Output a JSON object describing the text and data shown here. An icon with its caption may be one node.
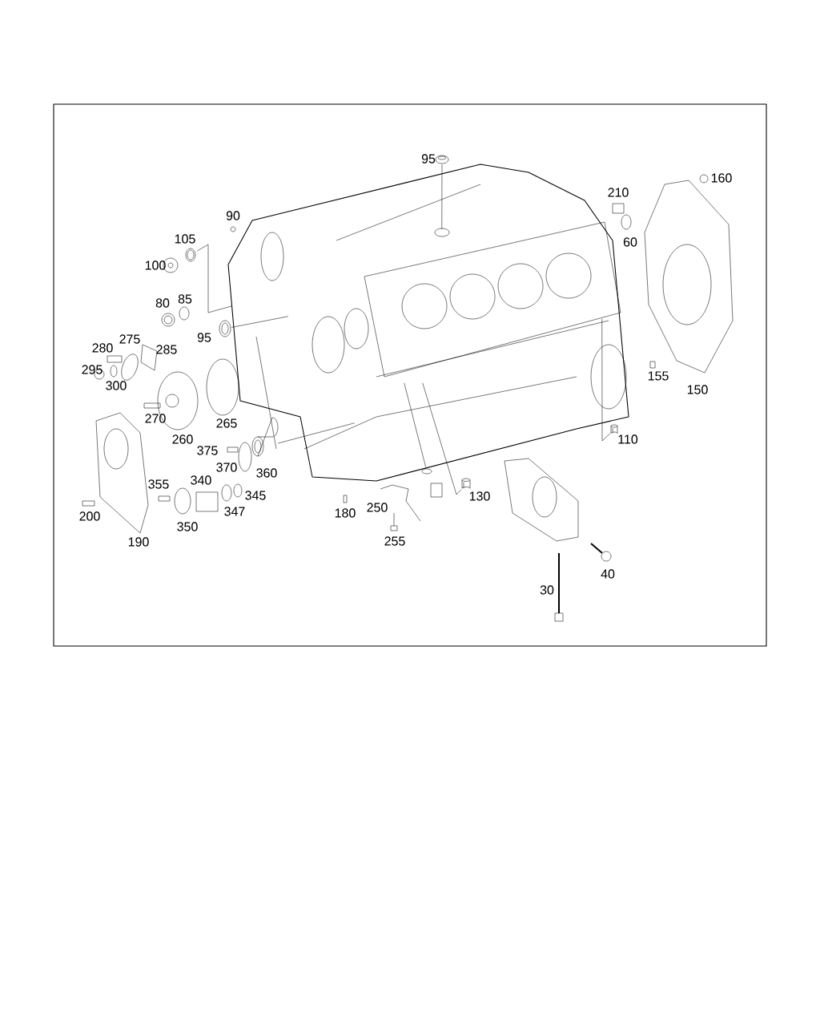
{
  "diagram": {
    "nodes": [
      {
        "text": [],
        "shape": "picture"
      },
      {
        "text": [],
        "shape": "picture"
      },
      {
        "text": [],
        "shape": "picture"
      },
      {
        "text": [],
        "shape": "picture"
      },
      {
        "text": [],
        "shape": "picture"
      },
      {
        "text": [],
        "shape": "picture"
      },
      {
        "text": [],
        "shape": "cylinder"
      },
      {
        "text": [],
        "shape": "cylinder"
      }
    ],
    "edges": [
      {
        "from": 1,
        "to": 0,
        "arrow": "none"
      },
      {
        "from": 2,
        "to": 0,
        "arrow": "none"
      },
      {
        "from": 3,
        "to": 0,
        "arrow": "none"
      },
      {
        "from": 4,
        "to": 0,
        "arrow": "none"
      },
      {
        "from": 5,
        "to": 0,
        "arrow": "none"
      },
      {
        "from": 6,
        "to": 0,
        "arrow": "none"
      },
      {
        "from": 7,
        "to": 0,
        "arrow": "none"
      }
    ],
    "labels": [
      "95",
      "160",
      "210",
      "90",
      "105",
      "100",
      "60",
      "80",
      "85",
      "95",
      "280",
      "275",
      "285",
      "295",
      "300",
      "155",
      "150",
      "270",
      "265",
      "260",
      "110",
      "375",
      "370",
      "360",
      "355",
      "340",
      "345",
      "130",
      "200",
      "250",
      "350",
      "347",
      "180",
      "190",
      "255",
      "40",
      "30"
    ]
  }
}
